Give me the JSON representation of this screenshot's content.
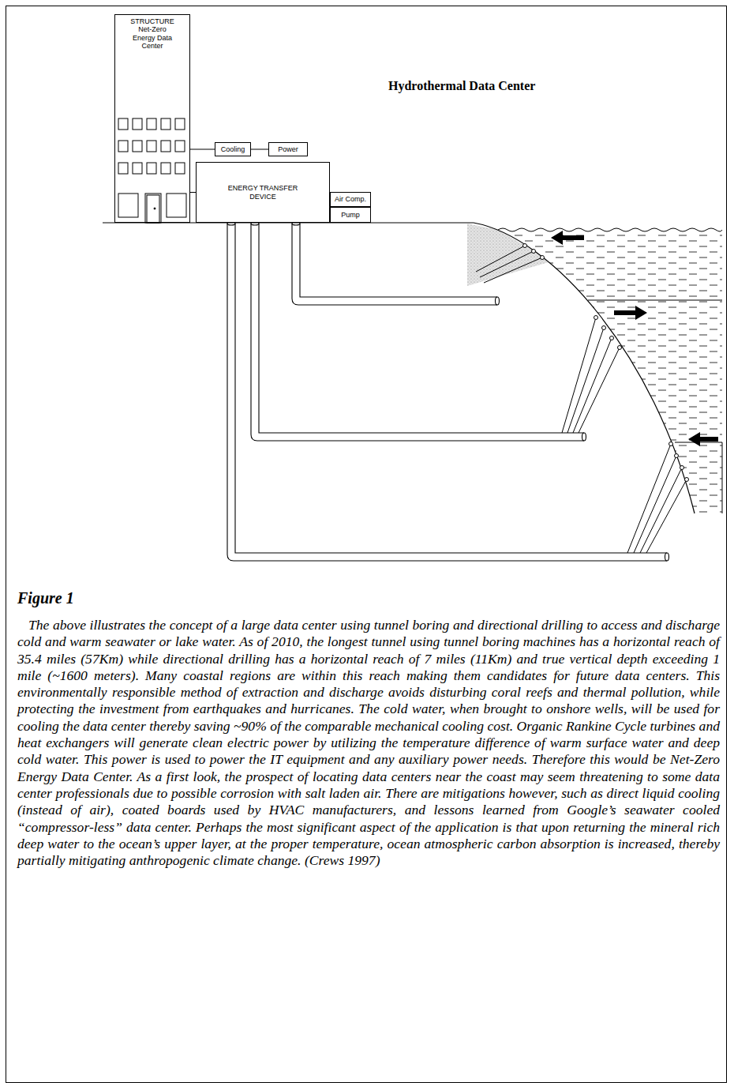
{
  "diagram": {
    "title": "Hydrothermal Data Center",
    "caption": "Figure 1",
    "nodes": [
      {
        "text": [
          "STRUCTURE",
          "Net-Zero Energy Data Center"
        ]
      },
      {
        "text": [
          "Cooling"
        ]
      },
      {
        "text": [
          "Power"
        ]
      },
      {
        "text": [
          "ENERGY TRANSFER DEVICE"
        ]
      },
      {
        "text": [
          "Air Comp."
        ]
      },
      {
        "text": [
          "Pump"
        ]
      }
    ],
    "edges": [
      {
        "from": 0,
        "to": 1,
        "arrow": "none"
      },
      {
        "from": 1,
        "to": 2,
        "arrow": "none"
      },
      {
        "from": 0,
        "to": 3,
        "arrow": "none"
      }
    ],
    "labels": [
      "The above illustrates the concept of a large data center using tunnel boring and directional drilling to access and discharge cold and warm seawater or lake water. As of 2010, the longest tunnel using tunnel boring machines has a horizontal reach of 35.4 miles (57Km) while directional drilling has a horizontal reach of 7 miles (11Km) and true vertical depth exceeding 1 mile (~1600 meters). Many coastal regions are within this reach making them candidates for future data centers. This environmentally responsible method of extraction and discharge avoids disturbing coral reefs and thermal pollution, while protecting the investment from earthquakes and hurricanes. The cold water, when brought to onshore wells, will be used for cooling the data center thereby saving ~90% of the comparable mechanical cooling cost. Organic Rankine Cycle turbines and heat exchangers will generate clean electric power by utilizing the temperature difference of warm surface water and deep cold water. This power is used to power the IT equipment and any auxiliary power needs. Therefore this would be Net-Zero Energy Data Center. As a first look, the prospect of locating data centers near the coast may seem threatening to some data center professionals due to possible corrosion with salt laden air. There are mitigations however, such as direct liquid cooling (instead of air), coated boards used by HVAC manufacturers, and lessons learned from Google’s seawater cooled “compressor-less” data center. Perhaps the most significant aspect of the application is that upon returning the mineral rich deep water to the ocean’s upper layer, at the proper temperature, ocean atmospheric carbon absorption is increased, thereby partially mitigating anthropogenic climate change. (Crews 1997)"
    ]
  }
}
